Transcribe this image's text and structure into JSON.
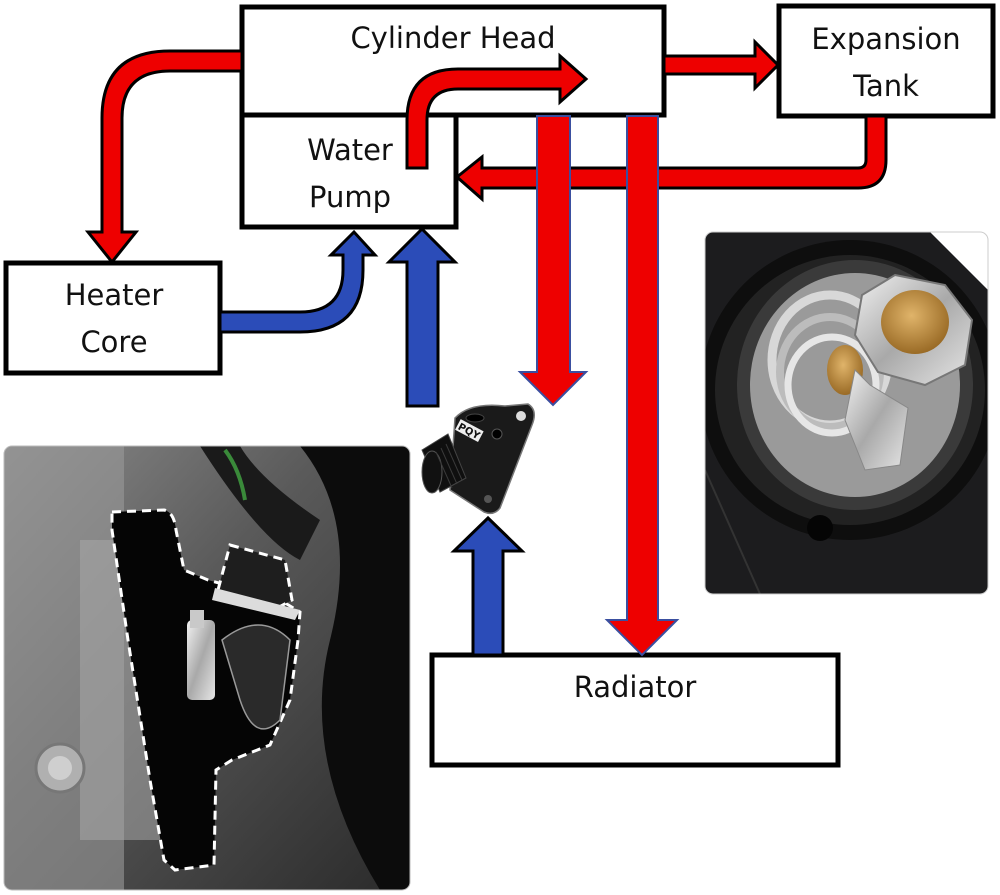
{
  "title": "Engine cooling system flow diagram with thermostat housing",
  "components": {
    "cylinder_head": "Cylinder Head",
    "expansion_tank_line1": "Expansion",
    "expansion_tank_line2": "Tank",
    "water_pump_line1": "Water",
    "water_pump_line2": "Pump",
    "heater_core_line1": "Heater",
    "heater_core_line2": "Core",
    "radiator": "Radiator"
  },
  "product_label": "PQY",
  "colors": {
    "hot_flow": "#ee0000",
    "cold_flow": "#2b4cb8",
    "box_border": "#000000"
  },
  "photos": [
    {
      "name": "thermostat-closeup",
      "description": "Thermostat installed in black housing"
    },
    {
      "name": "engine-install-photo",
      "description": "Housing installed on engine, outlined with dashed line"
    },
    {
      "name": "thermostat-housing-product",
      "description": "Black thermostat housing with fitting"
    }
  ]
}
